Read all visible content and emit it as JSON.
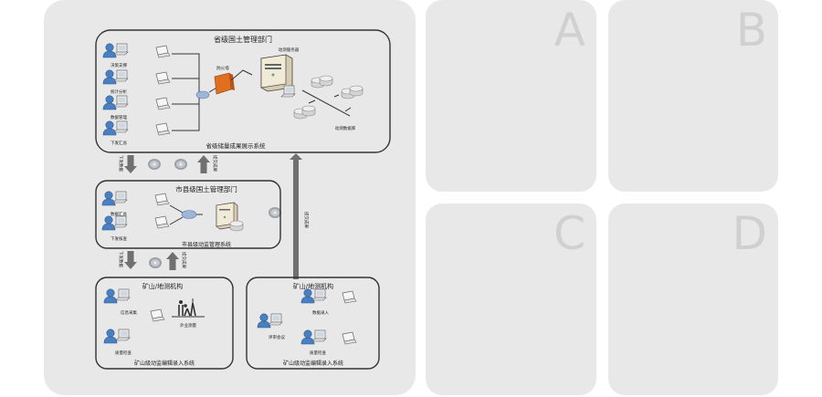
{
  "diagram": {
    "provincial": {
      "title": "省级国土管理部门",
      "system": "省级储量成果展示系统",
      "users": [
        "决策支撑",
        "统计分析",
        "数据管理",
        "下发汇总"
      ],
      "firewall": "防火墙",
      "server": "动测服务器",
      "database": "动测数据库"
    },
    "city": {
      "title": "市县级国土管理部门",
      "system": "市县级动监管理系统",
      "users": [
        "数据汇总",
        "下发核查"
      ]
    },
    "mine_left": {
      "title": "矿山/地测机构",
      "system": "矿山级动监编辑录入系统",
      "labels": [
        "信息采集",
        "外业测量",
        "质量检查"
      ]
    },
    "mine_right": {
      "title": "矿山/地测机构",
      "system": "矿山级动监编辑录入系统",
      "labels": [
        "数据录入",
        "评审会议",
        "质量检查"
      ]
    },
    "arrows": {
      "down": "下发数据",
      "up": "提交成果"
    }
  },
  "options": [
    {
      "letter": "A"
    },
    {
      "letter": "B"
    },
    {
      "letter": "C"
    },
    {
      "letter": "D"
    }
  ],
  "colors": {
    "panel": "#e8e8e8",
    "option_letter": "#d0d0d0",
    "user_blue": "#4a7fc0",
    "firewall_orange": "#e07020",
    "arrow_gray": "#707070"
  }
}
